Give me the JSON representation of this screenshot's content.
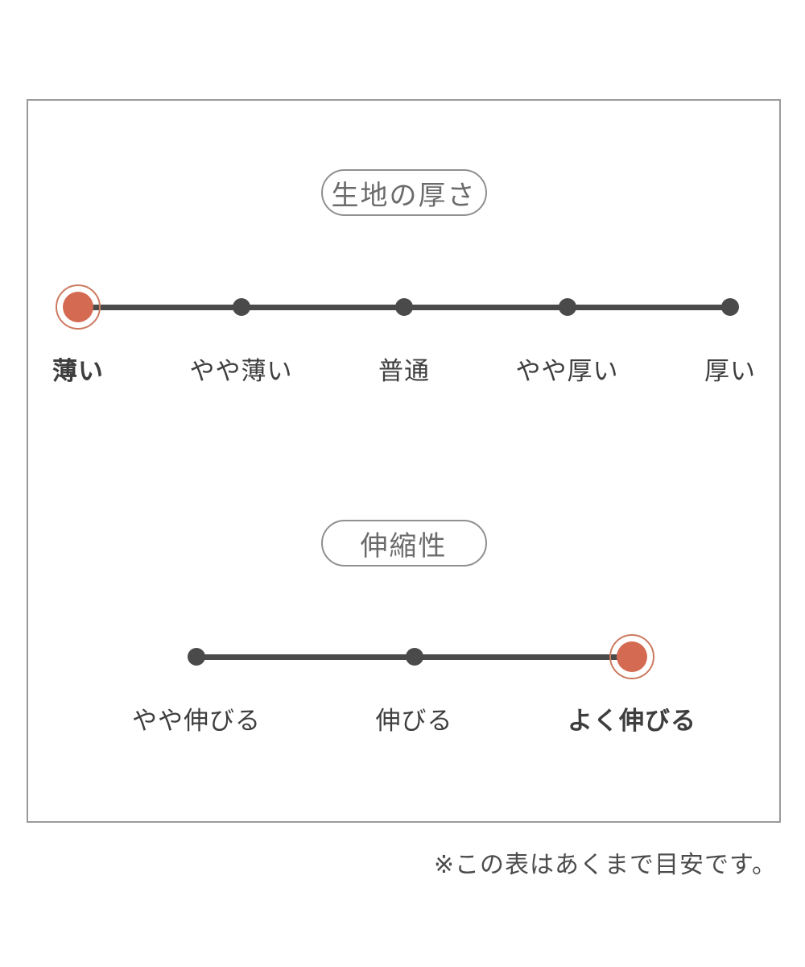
{
  "colors": {
    "accent": "#d56a52",
    "accent_ring": "#cc7a5f",
    "track": "#4a4a4a",
    "label": "#3e3e3e",
    "pill_border": "#8f8f8f",
    "pill_text": "#6b6b6b"
  },
  "note": "※この表はあくまで目安です。",
  "chart_data": [
    {
      "type": "scale",
      "title": "生地の厚さ",
      "categories": [
        "薄い",
        "やや薄い",
        "普通",
        "やや厚い",
        "厚い"
      ],
      "selected_index": 0,
      "selected_label": "薄い"
    },
    {
      "type": "scale",
      "title": "伸縮性",
      "categories": [
        "やや伸びる",
        "伸びる",
        "よく伸びる"
      ],
      "selected_index": 2,
      "selected_label": "よく伸びる"
    }
  ]
}
